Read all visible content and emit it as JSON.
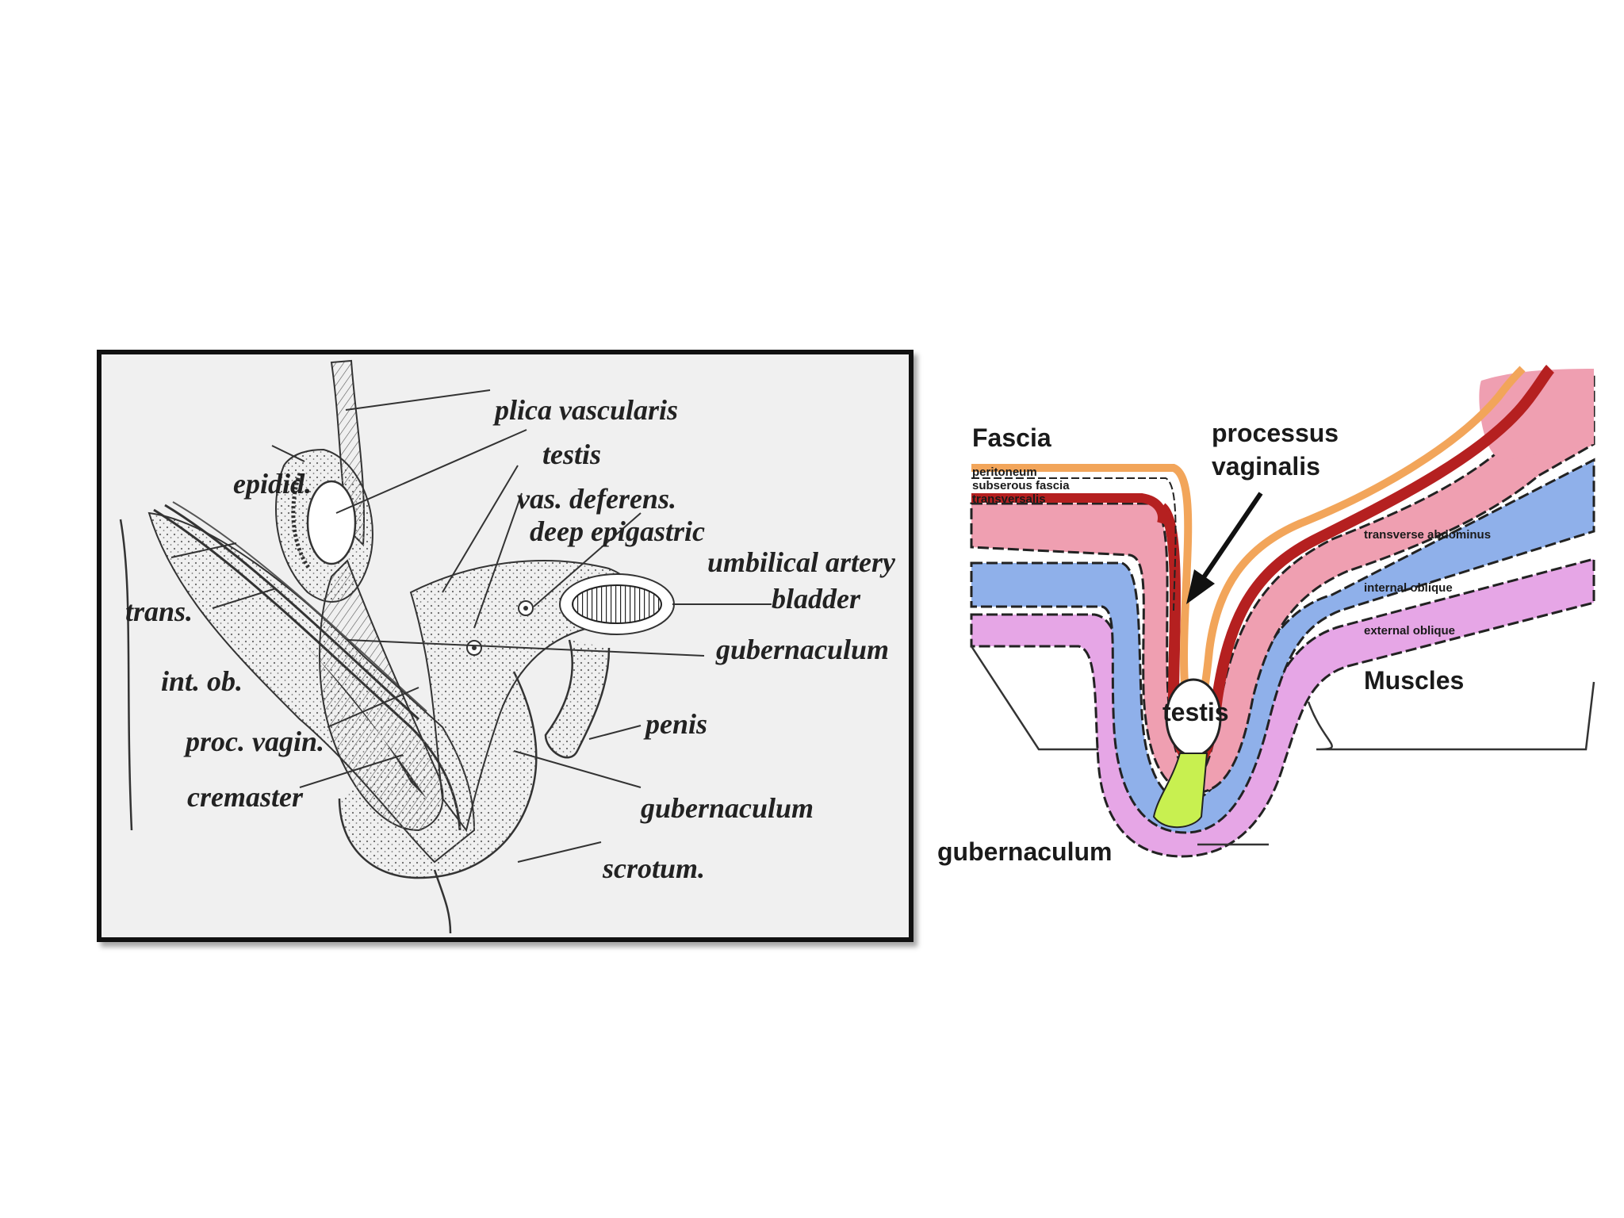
{
  "left_figure": {
    "labels": {
      "plica_vascularis": "plica vascularis",
      "testis": "testis",
      "epidid": "epidid.",
      "vas_deferens": "vas. deferens.",
      "deep_epigastric": "deep epigastric",
      "umbilical_artery": "umbilical artery",
      "bladder": "bladder",
      "trans": "trans.",
      "gubernaculum_1": "gubernaculum",
      "int_ob": "int. ob.",
      "penis": "penis",
      "proc_vagin": "proc. vagin.",
      "cremaster": "cremaster",
      "gubernaculum_2": "gubernaculum",
      "scrotum": "scrotum."
    }
  },
  "right_figure": {
    "labels": {
      "fascia": "Fascia",
      "peritoneum": "peritoneum",
      "subserous_fascia": "subserous fascia",
      "transversalis": "transversalis",
      "processus": "processus",
      "vaginalis": "vaginalis",
      "transverse_abdominus": "transverse abdominus",
      "internal_oblique": "internal oblique",
      "external_oblique": "external oblique",
      "muscles": "Muscles",
      "testis": "testis",
      "gubernaculum": "gubernaculum"
    },
    "colors": {
      "peritoneum": "#f2a55a",
      "transversalis": "#b52020",
      "transverse_abdominus": "#ef9fb1",
      "internal_oblique": "#8fb0ea",
      "external_oblique": "#e6a6e6",
      "gubernaculum": "#c8f050"
    }
  }
}
